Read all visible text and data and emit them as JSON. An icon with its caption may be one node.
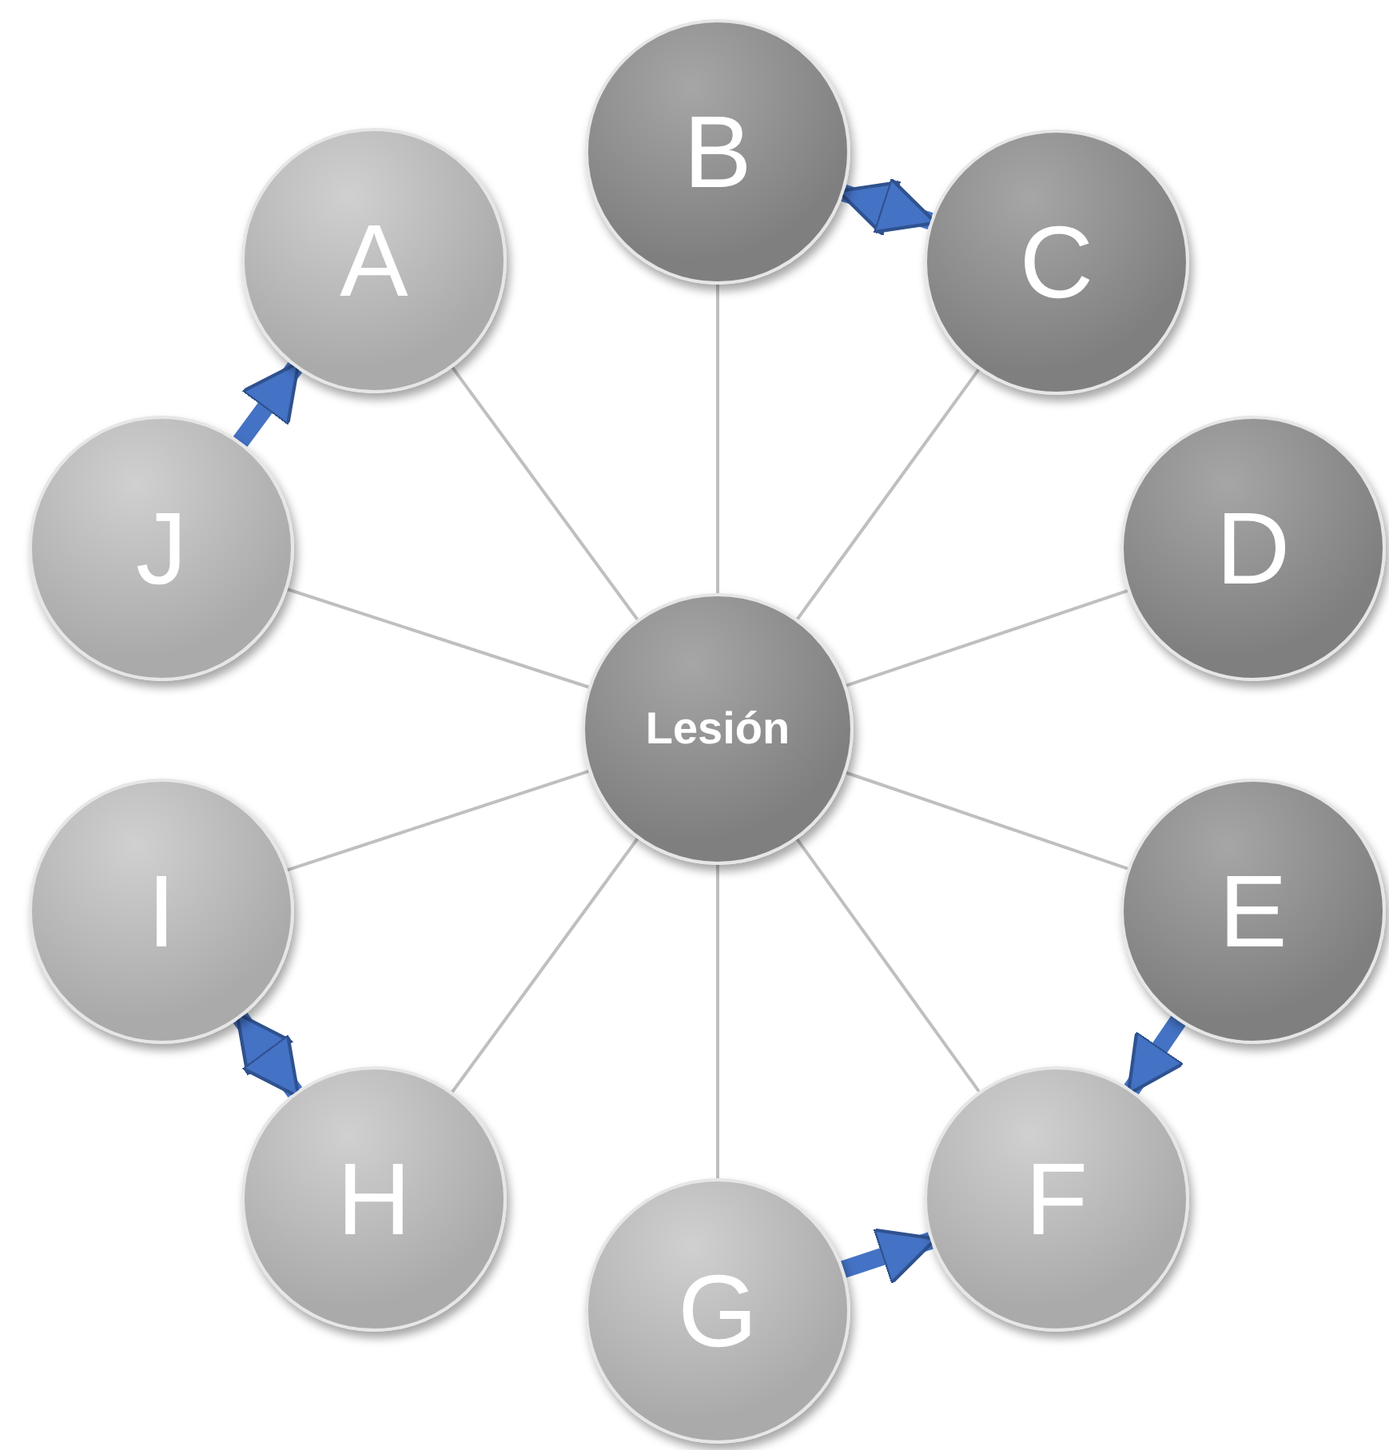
{
  "diagram": {
    "nodes": [
      {
        "text": [
          "Lesión"
        ]
      },
      {
        "text": [
          "A"
        ]
      },
      {
        "text": [
          "B"
        ]
      },
      {
        "text": [
          "C"
        ]
      },
      {
        "text": [
          "D"
        ]
      },
      {
        "text": [
          "E"
        ]
      },
      {
        "text": [
          "F"
        ]
      },
      {
        "text": [
          "G"
        ]
      },
      {
        "text": [
          "H"
        ]
      },
      {
        "text": [
          "I"
        ]
      },
      {
        "text": [
          "J"
        ]
      }
    ],
    "edges": [
      {
        "from": 0,
        "to": 1,
        "arrow": "none"
      },
      {
        "from": 0,
        "to": 2,
        "arrow": "none"
      },
      {
        "from": 0,
        "to": 3,
        "arrow": "none"
      },
      {
        "from": 0,
        "to": 4,
        "arrow": "none"
      },
      {
        "from": 0,
        "to": 5,
        "arrow": "none"
      },
      {
        "from": 0,
        "to": 6,
        "arrow": "none"
      },
      {
        "from": 0,
        "to": 7,
        "arrow": "none"
      },
      {
        "from": 0,
        "to": 8,
        "arrow": "none"
      },
      {
        "from": 0,
        "to": 9,
        "arrow": "none"
      },
      {
        "from": 0,
        "to": 10,
        "arrow": "none"
      },
      {
        "from": 2,
        "to": 3,
        "arrow": "both",
        "style": "thick",
        "color": "#4472c4"
      },
      {
        "from": 10,
        "to": 1,
        "arrow": "to",
        "style": "thick",
        "color": "#4472c4"
      },
      {
        "from": 5,
        "to": 6,
        "arrow": "to",
        "style": "thick",
        "color": "#4472c4"
      },
      {
        "from": 7,
        "to": 6,
        "arrow": "to",
        "style": "thick",
        "color": "#4472c4"
      },
      {
        "from": 9,
        "to": 8,
        "arrow": "both",
        "style": "thick",
        "color": "#4472c4"
      }
    ]
  }
}
